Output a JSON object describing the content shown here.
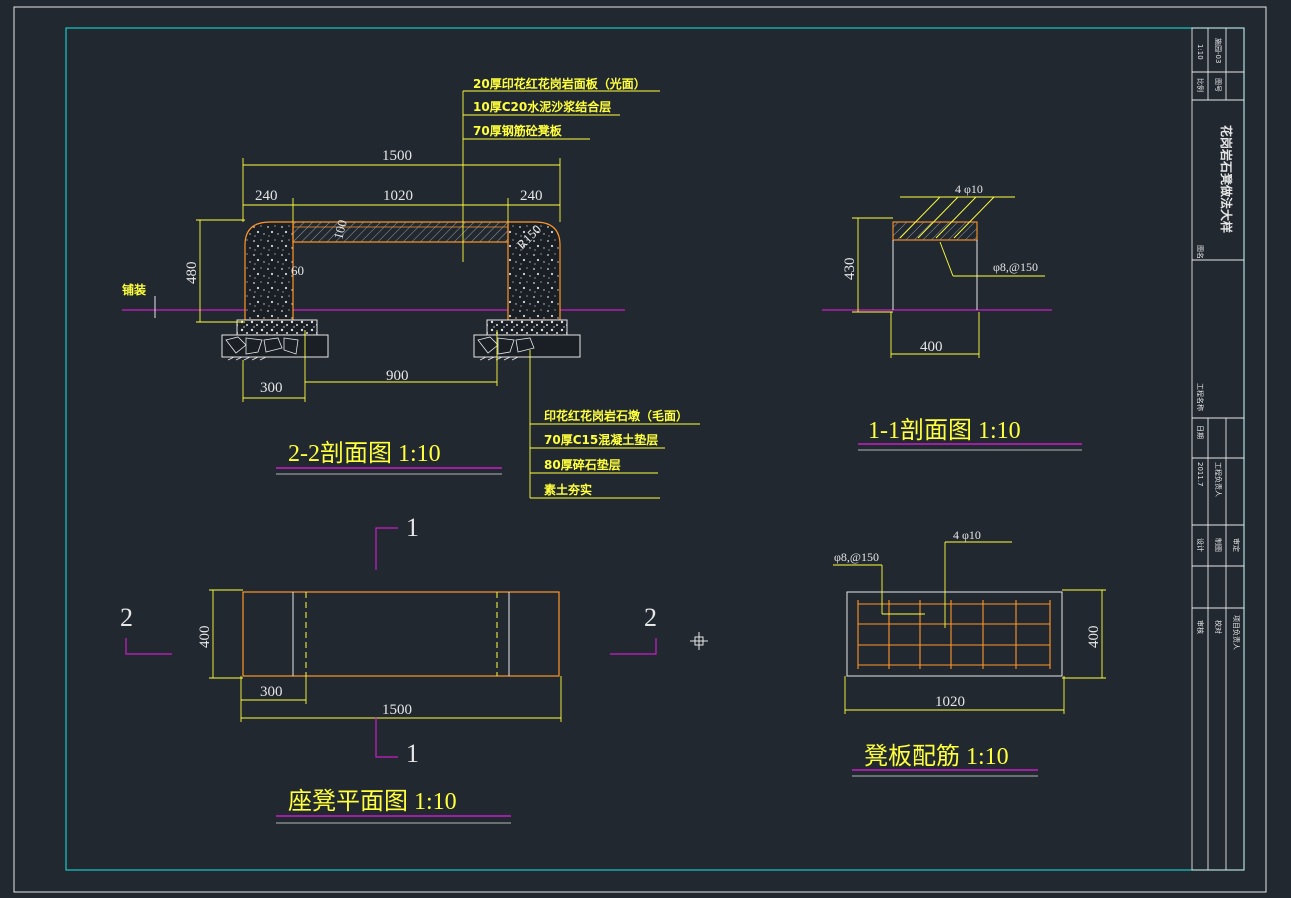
{
  "colors": {
    "background": "#212830",
    "frame": "#18c8c8",
    "dimension": "#ffff3c",
    "outline": "#ff9628",
    "ground": "#c81ec8",
    "text": "#e6e6e6"
  },
  "section22": {
    "title": "2-2剖面图   1:10",
    "dims": {
      "total": "1500",
      "left": "240",
      "mid": "1020",
      "right": "240",
      "height": "480",
      "slab": "100",
      "inner": "60",
      "radius": "R150",
      "base": "300",
      "span": "900"
    },
    "paving_label": "铺装",
    "top_notes": [
      "20厚印花红花岗岩面板（光面）",
      "10厚C20水泥沙浆结合层",
      "70厚钢筋砼凳板"
    ],
    "bottom_notes": [
      "印花红花岗岩石墩（毛面）",
      "70厚C15混凝土垫层",
      "80厚碎石垫层",
      "素土夯实"
    ]
  },
  "section11": {
    "title": "1-1剖面图   1:10",
    "rebar_top": "4 φ10",
    "rebar_stirrup": "φ8,@150",
    "height": "430",
    "width": "400"
  },
  "plan": {
    "title": "座凳平面图   1:10",
    "cut_1": "1",
    "cut_2": "2",
    "width": "400",
    "base": "300",
    "total": "1500"
  },
  "rebar_plan": {
    "title": "凳板配筋  1:10",
    "stirrup": "φ8,@150",
    "main": "4 φ10",
    "width": "400",
    "length": "1020"
  },
  "title_block": {
    "drawing_name": "花岗岩石凳做法大样",
    "scale": "1:10",
    "sheet_no": "施园-03",
    "labels": [
      "比例",
      "图号",
      "图名",
      "工程名称",
      "设计",
      "校对",
      "审核",
      "制图",
      "审定",
      "项目负责人",
      "工程负责人",
      "日期",
      "2011.7"
    ]
  }
}
